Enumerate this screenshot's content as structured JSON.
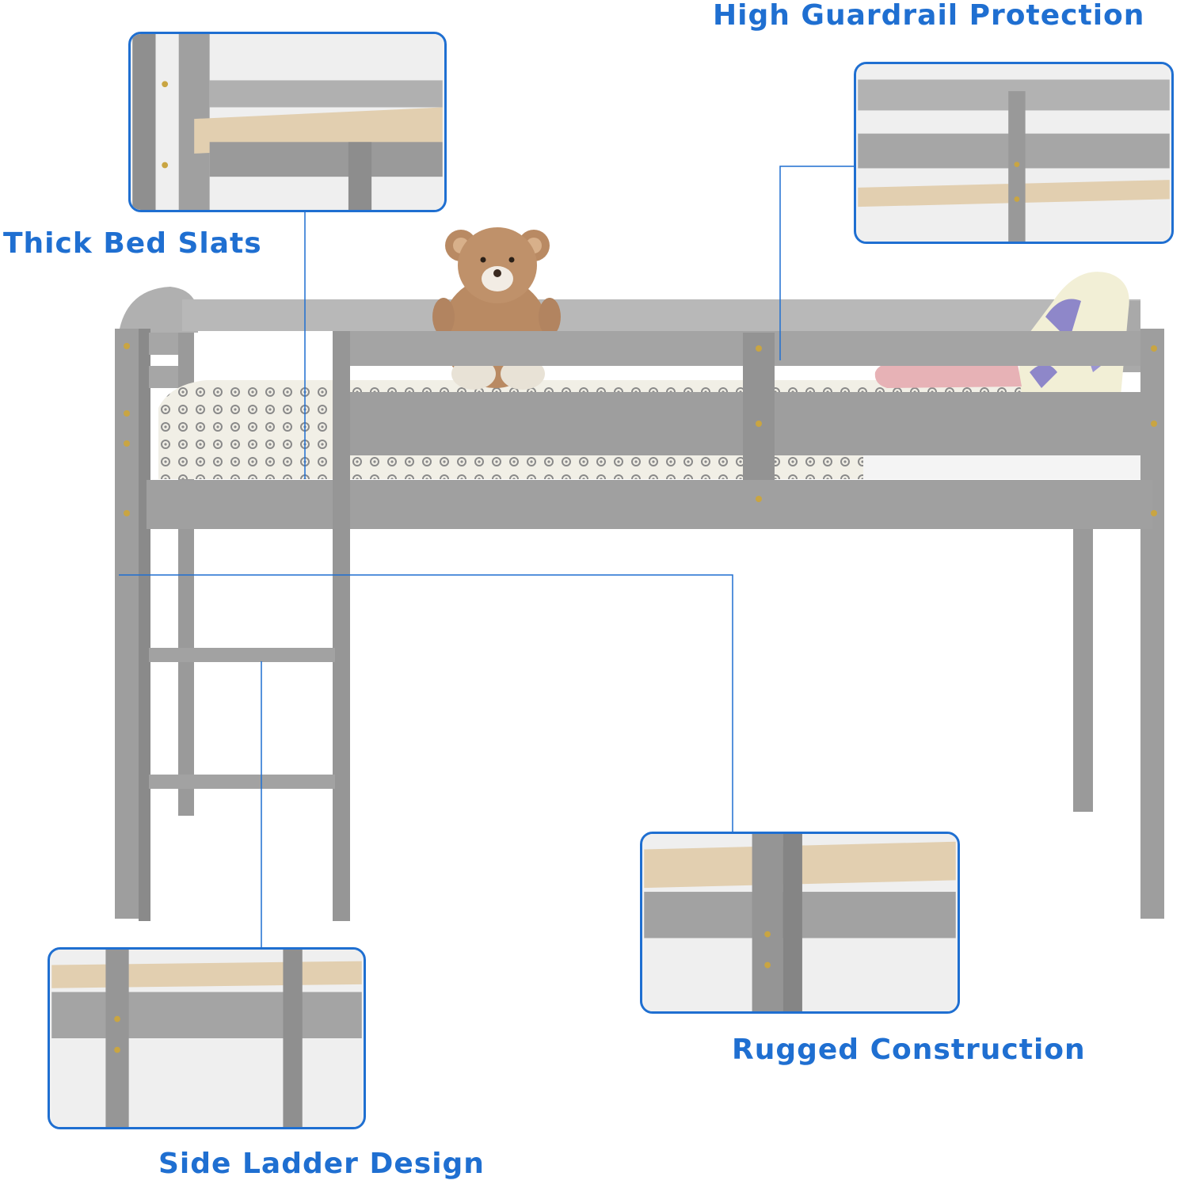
{
  "labels": {
    "guardrail": "High Guardrail Protection",
    "slats": "Thick Bed Slats",
    "construction": "Rugged Construction",
    "ladder": "Side Ladder Design"
  },
  "colors": {
    "accent": "#1f6fd1",
    "wood_gray": "#9a9a9a",
    "wood_gray_dark": "#7d7d7d",
    "wood_gray_light": "#b4b4b4",
    "slat_wood": "#e2cfb0",
    "mattress": "#f1efe6",
    "screw": "#c9a542"
  },
  "icons": {
    "bed": "loft-bed-illustration",
    "teddy": "teddy-bear-illustration",
    "pillow": "pillow-illustration"
  }
}
